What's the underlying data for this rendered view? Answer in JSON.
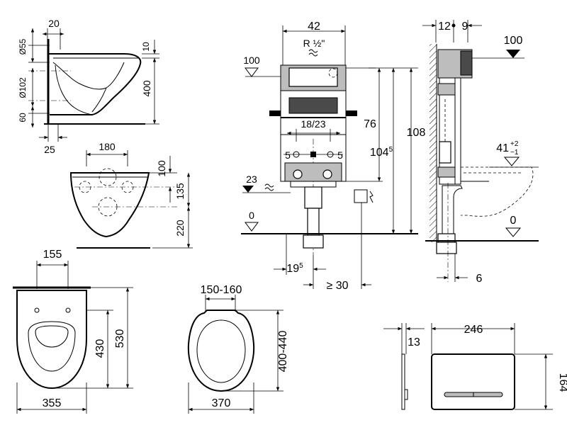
{
  "labels": {
    "side_top_20": "20",
    "side_d55": "Ø55",
    "side_10": "10",
    "side_d102": "Ø102",
    "side_400": "400",
    "side_60": "60",
    "side_25": "25",
    "front_180": "180",
    "front_100": "100",
    "front_135": "135",
    "front_220": "220",
    "frame_42": "42",
    "frame_r": "R ½\"",
    "frame_100_left": "100",
    "frame_76": "76",
    "frame_108": "108",
    "frame_1823": "18/23",
    "frame_104_base": "104",
    "frame_104_sup": "5",
    "frame_5_left": "5",
    "frame_5_right": "5",
    "frame_23": "23",
    "frame_0_left": "0",
    "frame_19_base": "19",
    "frame_19_sup": "5",
    "frame_ge30": "≥ 30",
    "section_12": "12",
    "section_9": "9",
    "section_100": "100",
    "section_41_base": "41",
    "section_41_plus": "+2",
    "section_41_minus": "−1",
    "section_0": "0",
    "section_6": "6",
    "topview_155": "155",
    "topview_430": "430",
    "topview_530": "530",
    "topview_355": "355",
    "seat_15060": "150-160",
    "seat_400440": "400-440",
    "seat_370": "370",
    "plate_13": "13",
    "plate_246": "246",
    "plate_164": "164"
  }
}
